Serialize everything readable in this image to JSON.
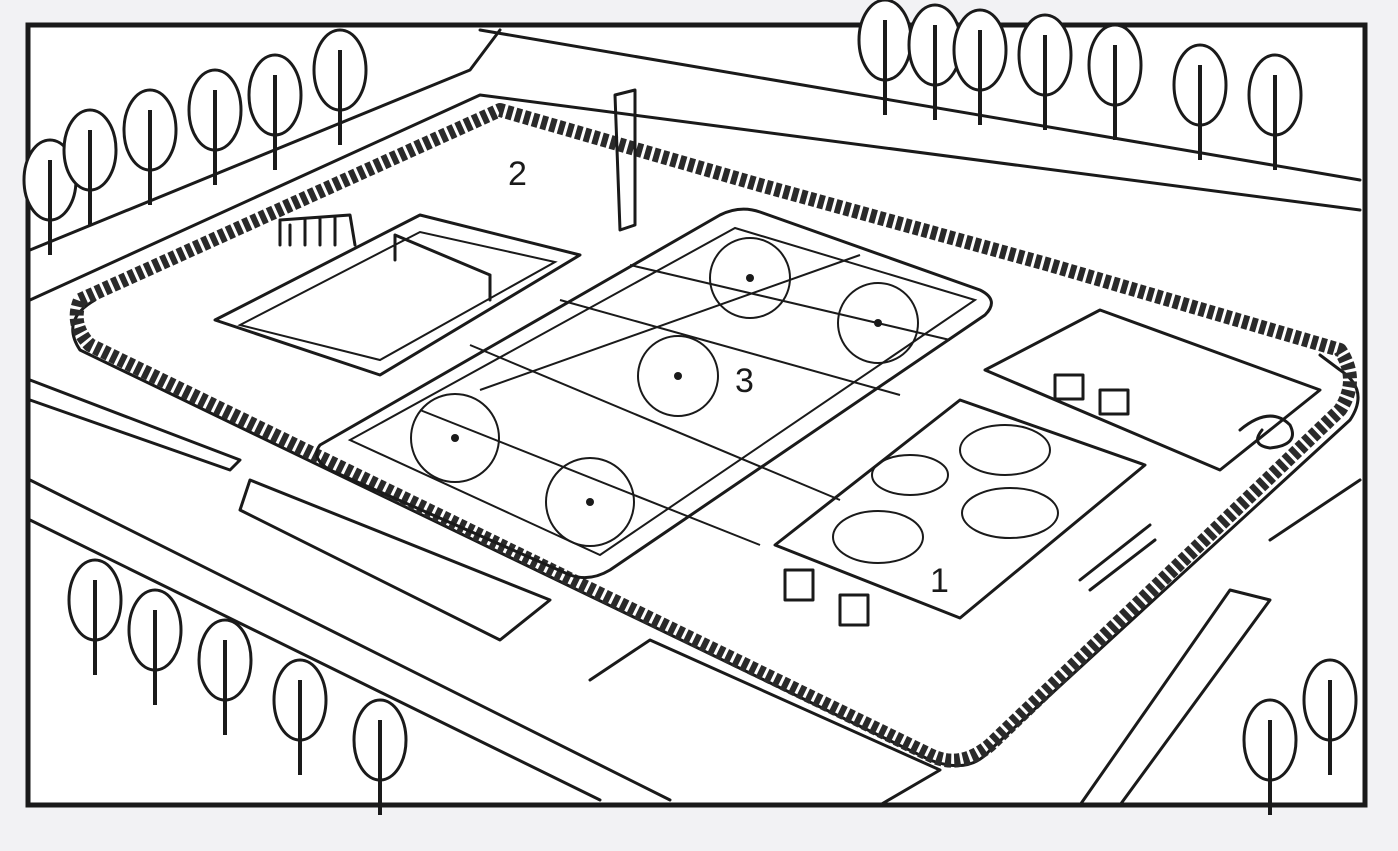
{
  "diagram": {
    "zone_labels": [
      {
        "id": "zone-1",
        "text": "1"
      },
      {
        "id": "zone-2",
        "text": "2"
      },
      {
        "id": "zone-3",
        "text": "3"
      }
    ],
    "colors": {
      "paper": "#f2f2f4",
      "ink": "#1a1a1a"
    }
  }
}
